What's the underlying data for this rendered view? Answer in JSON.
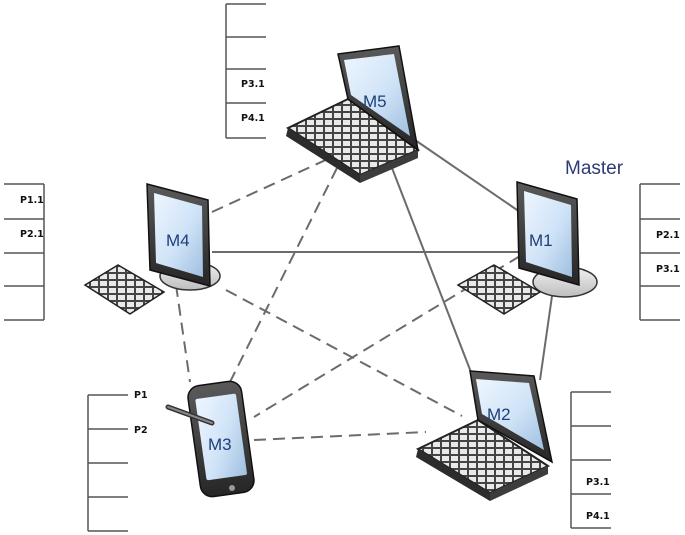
{
  "master_label": "Master",
  "nodes": {
    "M1": {
      "label": "M1"
    },
    "M2": {
      "label": "M2"
    },
    "M3": {
      "label": "M3"
    },
    "M4": {
      "label": "M4"
    },
    "M5": {
      "label": "M5"
    }
  },
  "tables": {
    "m5": [
      "",
      "",
      "P3.1",
      "P4.1"
    ],
    "m4": [
      "P1.1",
      "P2.1",
      "",
      "",
      ""
    ],
    "m1": [
      "",
      "P2.1",
      "P3.1",
      ""
    ],
    "m3": [
      "P1",
      "P2",
      "",
      "",
      ""
    ],
    "m2": [
      "",
      "",
      "P3.1",
      "P4.1"
    ]
  },
  "connections": [
    {
      "from": "M4",
      "to": "M5",
      "style": "dashed"
    },
    {
      "from": "M4",
      "to": "M1",
      "style": "solid"
    },
    {
      "from": "M4",
      "to": "M3",
      "style": "dashed"
    },
    {
      "from": "M4",
      "to": "M2",
      "style": "dashed"
    },
    {
      "from": "M5",
      "to": "M1",
      "style": "solid"
    },
    {
      "from": "M5",
      "to": "M2",
      "style": "solid"
    },
    {
      "from": "M5",
      "to": "M3",
      "style": "dashed"
    },
    {
      "from": "M1",
      "to": "M2",
      "style": "solid"
    },
    {
      "from": "M1",
      "to": "M3",
      "style": "dashed"
    },
    {
      "from": "M3",
      "to": "M2",
      "style": "dashed"
    }
  ],
  "colors": {
    "line": "#6b6b6b",
    "label": "#1f3f7a",
    "master": "#2d3a78"
  }
}
